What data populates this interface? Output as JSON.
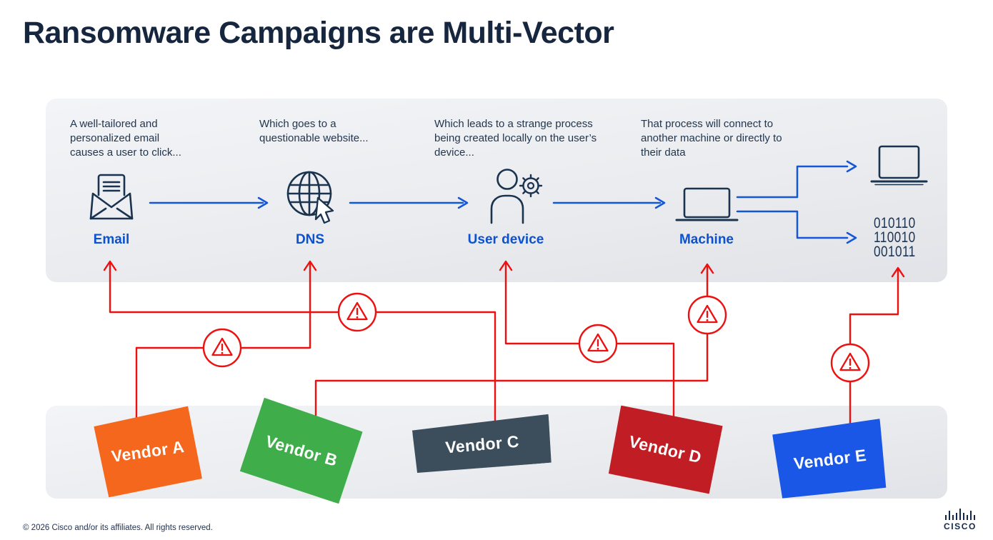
{
  "title": "Ransomware Campaigns are Multi-Vector",
  "flow": {
    "steps": [
      {
        "description": "A well-tailored and personalized email causes a user to click...",
        "label": "Email"
      },
      {
        "description": "Which goes to a questionable website...",
        "label": "DNS"
      },
      {
        "description": "Which leads to a strange process being created locally on the user’s device...",
        "label": "User device"
      },
      {
        "description": "That process will connect to another machine or directly to their data",
        "label": "Machine"
      }
    ],
    "binary_lines": [
      "010110",
      "110010",
      "001011"
    ]
  },
  "vendors": [
    {
      "name": "Vendor A",
      "color": "#f4671c"
    },
    {
      "name": "Vendor B",
      "color": "#3fae4a"
    },
    {
      "name": "Vendor C",
      "color": "#3c4e5b"
    },
    {
      "name": "Vendor D",
      "color": "#c01e24"
    },
    {
      "name": "Vendor E",
      "color": "#1b57e6"
    }
  ],
  "footer": {
    "copyright": "© 2026 Cisco and/or its affiliates. All rights reserved.",
    "logo_text": "CISCO"
  },
  "colors": {
    "flow_blue": "#1456d8",
    "label_blue": "#0c52d0",
    "alert_red": "#ee0f0f",
    "ink_navy": "#1a334f"
  }
}
